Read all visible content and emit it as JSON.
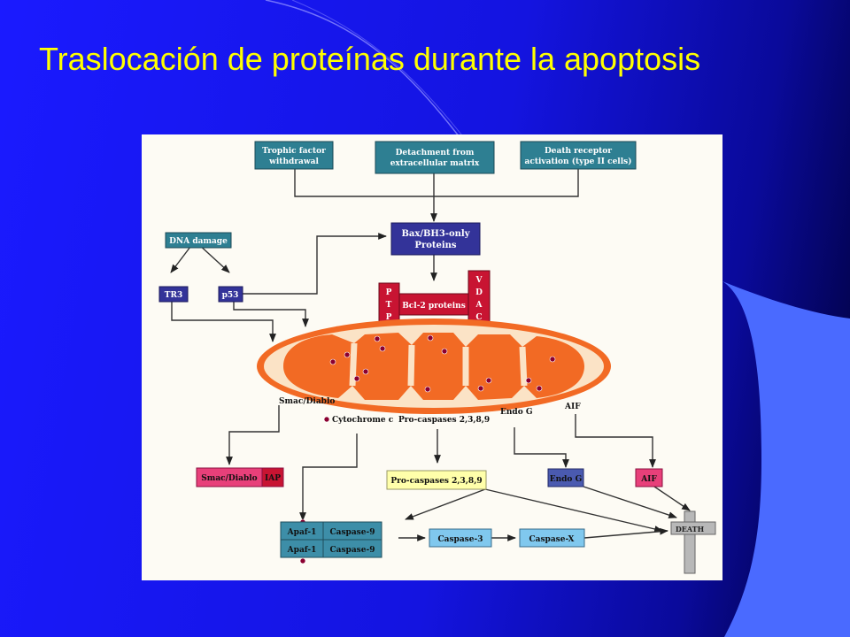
{
  "slide": {
    "title": "Traslocación de proteínas durante la apoptosis"
  },
  "diagram": {
    "trophic": [
      "Trophic factor",
      "withdrawal"
    ],
    "detachment": [
      "Detachment from",
      "extracellular matrix"
    ],
    "death_receptor": [
      "Death receptor",
      "activation (type II cells)"
    ],
    "dna_damage": "DNA damage",
    "tr3": "TR3",
    "p53": "p53",
    "bax": [
      "Bax/BH3-only",
      "Proteins"
    ],
    "ptp": [
      "P",
      "T",
      "P"
    ],
    "bcl2": "Bcl-2 proteins",
    "vdac": [
      "V",
      "D",
      "A",
      "C"
    ],
    "smac_diablo_release": "Smac/Diablo",
    "cytochrome_c": "Cytochrome c",
    "pro_caspases_release": "Pro-caspases 2,3,8,9",
    "endo_g_release": "Endo G",
    "aif_release": "AIF",
    "smac_box": "Smac/Diablo",
    "iap_box": "IAP",
    "pro_caspases_box": "Pro-caspases 2,3,8,9",
    "endo_g_box": "Endo G",
    "aif_box": "AIF",
    "apaf1_top": "Apaf-1",
    "apaf1_bottom": "Apaf-1",
    "caspase9_top": "Caspase-9",
    "caspase9_bottom": "Caspase-9",
    "caspase3": "Caspase-3",
    "caspase_x": "Caspase-X",
    "death": "DEATH"
  },
  "colors": {
    "title": "#ffff00",
    "background": "#1a1aff",
    "teal_box": "#2e7f92",
    "navy_box": "#333399",
    "crimson_box": "#c81432",
    "mito_outer": "#f26a24",
    "mito_inner": "#fbe3c6",
    "dot": "#8b0030",
    "pink_box": "#e8407a",
    "yellow_box": "#ffffaa",
    "blue_box": "#4a5ab0",
    "sky_box": "#80c8ee"
  }
}
